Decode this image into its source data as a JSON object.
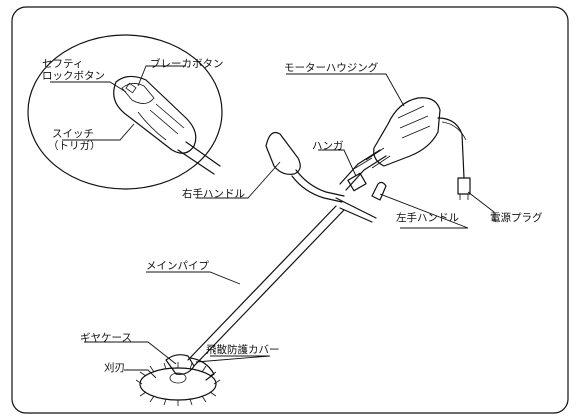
{
  "labels": {
    "safety_lock_button_line1": "セフティ",
    "safety_lock_button_line2": "ロックボタン",
    "brake_button": "ブレーカボタン",
    "switch_line1": "スイッチ",
    "switch_line2": "（トリガ）",
    "motor_housing": "モーターハウジング",
    "hanger": "ハンガ",
    "right_handle": "右手ハンドル",
    "left_handle": "左手ハンドル",
    "power_plug": "電源プラグ",
    "main_pipe": "メインパイプ",
    "gear_case": "ギヤケース",
    "scatter_guard": "飛散防護カバー",
    "blade": "刈刃"
  }
}
